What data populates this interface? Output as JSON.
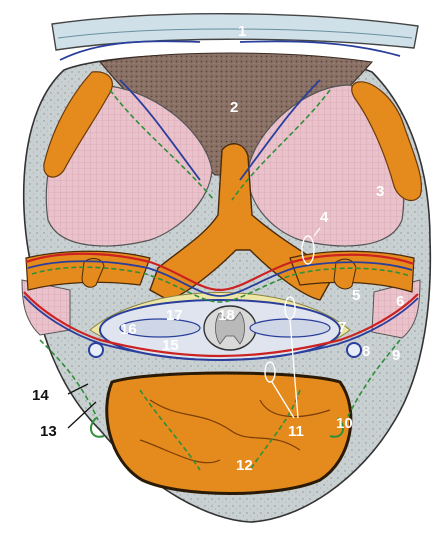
{
  "figure": {
    "labels": [
      {
        "id": "l1",
        "text": "1"
      },
      {
        "id": "l2",
        "text": "2"
      },
      {
        "id": "l3",
        "text": "3"
      },
      {
        "id": "l4",
        "text": "4"
      },
      {
        "id": "l5",
        "text": "5"
      },
      {
        "id": "l6",
        "text": "6"
      },
      {
        "id": "l7",
        "text": "7"
      },
      {
        "id": "l8",
        "text": "8"
      },
      {
        "id": "l9",
        "text": "9"
      },
      {
        "id": "l10",
        "text": "10"
      },
      {
        "id": "l11",
        "text": "11"
      },
      {
        "id": "l12",
        "text": "12"
      },
      {
        "id": "l13",
        "text": "13"
      },
      {
        "id": "l14",
        "text": "14"
      },
      {
        "id": "l15",
        "text": "15"
      },
      {
        "id": "l16",
        "text": "16"
      },
      {
        "id": "l17",
        "text": "17"
      },
      {
        "id": "l18",
        "text": "18"
      }
    ],
    "colors": {
      "skin": "#c8d8e0",
      "fat": "#a7b6b6",
      "muscle": "#e3b7c0",
      "bone": "#e58a1c",
      "artery": "#cc2222",
      "vein": "#2a3f9c",
      "nerve": "#2f8f3a"
    }
  }
}
